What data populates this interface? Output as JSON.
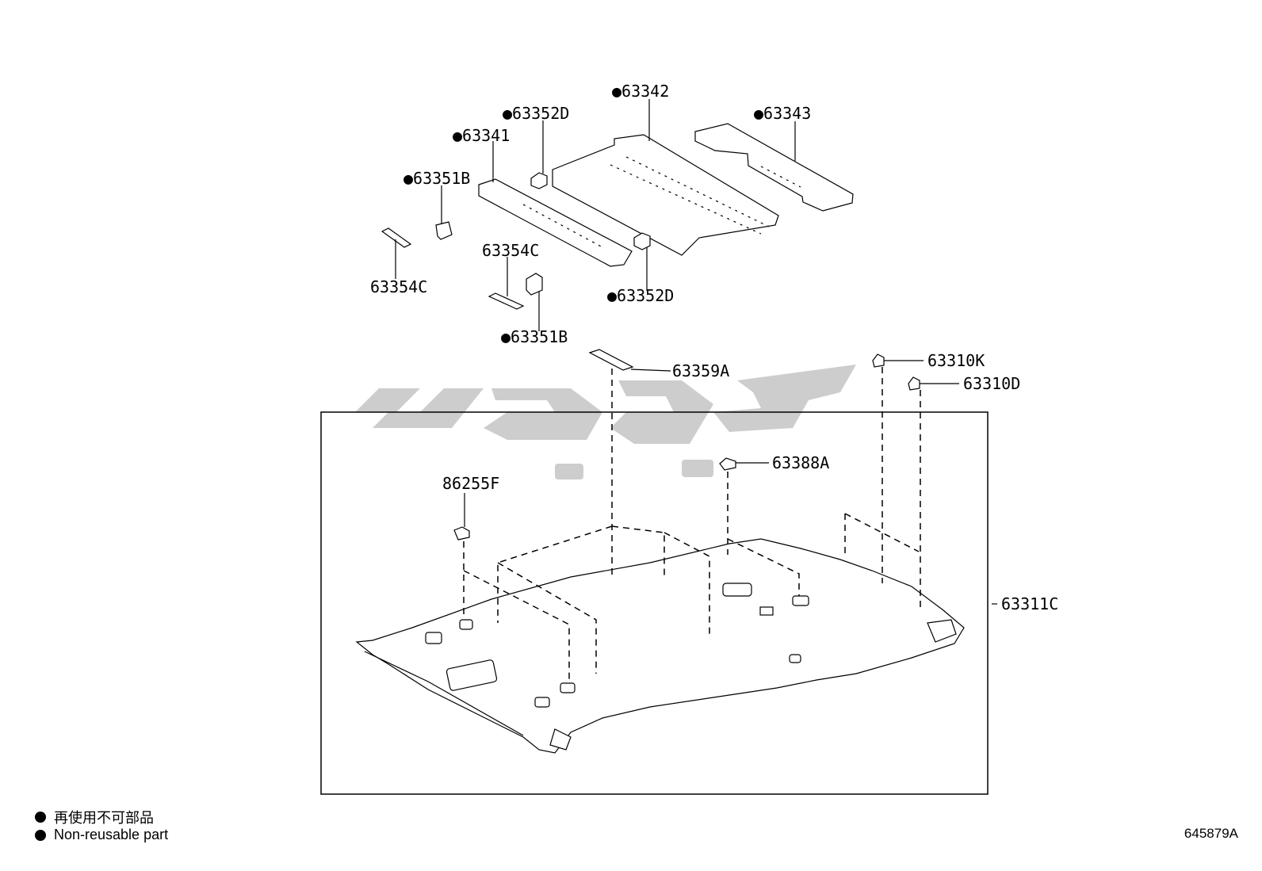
{
  "callouts": {
    "p63342": "●63342",
    "p63343": "●63343",
    "p63352D_top": "●63352D",
    "p63341": "●63341",
    "p63351B_top": "●63351B",
    "p63354C_right": "63354C",
    "p63354C_left": "63354C",
    "p63352D_bottom": "●63352D",
    "p63351B_bottom": "●63351B",
    "p63359A": "63359A",
    "p63310K": "63310K",
    "p63310D": "63310D",
    "p63388A": "63388A",
    "p86255F": "86255F",
    "p63311C": "63311C"
  },
  "legend": {
    "line1": "再使用不可部品",
    "line2": "Non-reusable part"
  },
  "drawing_number": "645879A",
  "colors": {
    "ink": "#000000",
    "watermark": "#c8c8c8",
    "background": "#ffffff"
  }
}
